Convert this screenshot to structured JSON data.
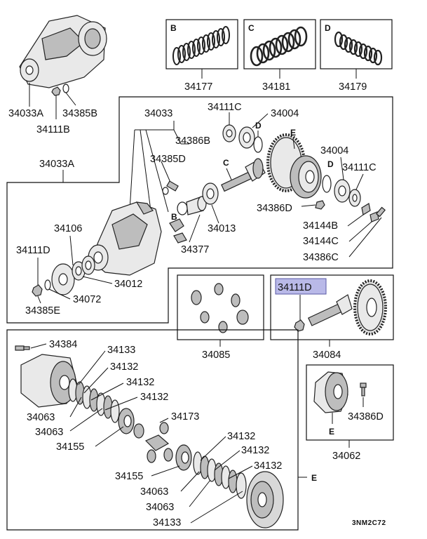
{
  "diagram": {
    "box_letters": {
      "b": "B",
      "c": "C",
      "d": "D"
    },
    "labels": {
      "p34177": "34177",
      "p34181": "34181",
      "p34179": "34179",
      "p34033a_top": "34033A",
      "p34385b": "34385B",
      "p34111b": "34111B",
      "p34033a_side": "34033A",
      "p34033": "34033",
      "p34386b": "34386B",
      "p34385d": "34385D",
      "p34111c_top": "34111C",
      "p34004_top": "34004",
      "letter_d_top": "D",
      "letter_c": "C",
      "letter_e_top": "E",
      "p34004_right": "34004",
      "letter_d_right": "D",
      "p34111c_right": "34111C",
      "p34386d_mid": "34386D",
      "p34013": "34013",
      "letter_b": "B",
      "p34377": "34377",
      "p34144b": "34144B",
      "p34144c": "34144C",
      "p34386c": "34386C",
      "p34106": "34106",
      "p34111d_left": "34111D",
      "p34012": "34012",
      "p34072": "34072",
      "p34385e": "34385E",
      "p34111d_hl": "34111D",
      "p34085": "34085",
      "p34084": "34084",
      "p34384": "34384",
      "p34133_a": "34133",
      "p34132_a": "34132",
      "p34132_b": "34132",
      "p34132_c": "34132",
      "p34063_a": "34063",
      "p34063_b": "34063",
      "p34155_a": "34155",
      "p34173": "34173",
      "p34132_d": "34132",
      "p34132_e": "34132",
      "p34132_f": "34132",
      "p34155_b": "34155",
      "p34063_c": "34063",
      "p34063_d": "34063",
      "p34133_b": "34133",
      "letter_e_bottom": "E",
      "letter_e_box": "E",
      "p34386d_box": "34386D",
      "p34062": "34062",
      "diagram_code": "3NM2C72"
    }
  }
}
